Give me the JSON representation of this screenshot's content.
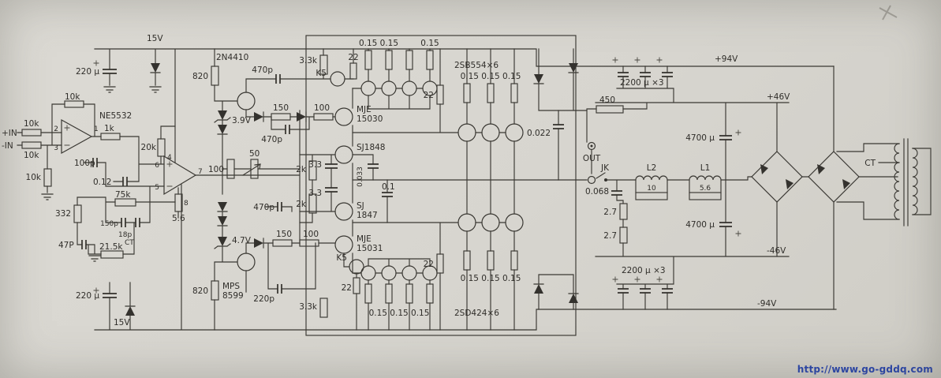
{
  "colors": {
    "paper": "#d8d6d0",
    "ink": "#34322e",
    "url_blue": "#2743ad"
  },
  "watermark": {
    "url": "http://www.go-gddq.com"
  },
  "pins": {
    "p1": "1",
    "p2": "2",
    "p3": "3",
    "p4": "4",
    "p5": "5",
    "p6": "6",
    "p7": "7",
    "p8": "8"
  },
  "labels": {
    "supply_15v_top": "15V",
    "cap_220u_top": "220 μ",
    "q_2n4410": "2N4410",
    "r_820_top": "820",
    "c_470p_top": "470p",
    "r_33k_top": "3.3k",
    "k5_top": "K5",
    "r_22_top": "22",
    "row_015_top_left": "0.15  0.15",
    "row_015_top_right": "0.15",
    "bank_top": "2SB554×6",
    "rail_p94": "+94V",
    "cap_2200u_top": "2200 μ ×3",
    "rail_p46": "+46V",
    "r_10k_fb": "10k",
    "ic_ne5532": "NE5532",
    "in_plus": "+IN",
    "in_minus": "-IN",
    "r_10k_in1": "10k",
    "r_10k_in2": "10k",
    "r_10k_gnd": "10k",
    "r_1k": "1k",
    "r_20k": "20k",
    "c_100p": "100p",
    "c_012": "0.12",
    "r_75k": "75k",
    "r_332": "332",
    "c_150p": "150p",
    "c_18p": "18p",
    "ct_left": "CT",
    "r_215k": "21.5k",
    "c_47p": "47P",
    "r_56_opamp": "5.6",
    "cap_220u_bot": "220 μ",
    "supply_15v_bot": "15V",
    "z_39": "3.9V",
    "r_150_top": "150",
    "c_470p_mid1": "470p",
    "r_100_top": "100",
    "q_mje15030_l1": "MJE",
    "q_mje15030_l2": "15030",
    "q_sj1848": "SJ1848",
    "r_50": "50",
    "r_100_mid": "100",
    "r_2k_up": "2k",
    "c_33_up": "3.3",
    "c_0033": "0.033",
    "c_33_dn": "3.3",
    "r_2k_dn": "2k",
    "q_sj1847_l1": "SJ",
    "q_sj1847_l2": "1847",
    "c_01": "0.1",
    "c_470p_mid2": "470p",
    "q_mje15031_l1": "MJE",
    "q_mje15031_l2": "15031",
    "z_47": "4.7V",
    "r_150_bot": "150",
    "r_100_bot": "100",
    "k5_bot": "K5",
    "r_22_bot": "22",
    "r_820_bot": "820",
    "q_mps8599_l1": "MPS",
    "q_mps8599_l2": "8599",
    "c_220p": "220p",
    "r_33k_bot": "3.3k",
    "row_015_bot": "0.15 0.15 0.15",
    "row_015_midtop": "0.15 0.15 0.15",
    "r_22_midtop": "22",
    "r_22_midbot": "22",
    "row_015_midbot": "0.15 0.15 0.15",
    "bank_bot": "2SD424×6",
    "r_450": "450",
    "c_0022": "0.022",
    "out_label": "OUT",
    "jk_label": "JK",
    "c_0068": "0.068",
    "l2": "L2",
    "r_10_damp": "10",
    "l1": "L1",
    "r_56_damp": "5.6",
    "r_27_a": "2.7",
    "r_27_b": "2.7",
    "cap_4700u_top": "4700 μ",
    "cap_4700u_bot": "4700 μ",
    "rail_n46": "-46V",
    "cap_2200u_bot": "2200 μ ×3",
    "rail_n94": "-94V",
    "ct_right": "CT"
  }
}
